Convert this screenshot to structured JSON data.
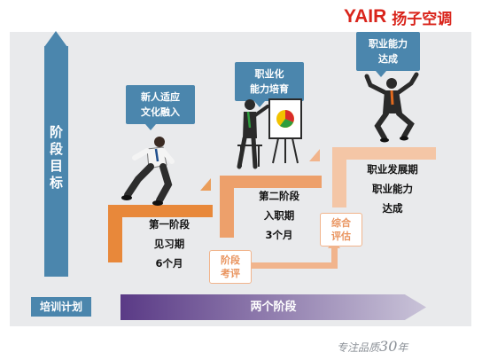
{
  "logo": {
    "brand": "YAIR",
    "name_cn": "扬子空调"
  },
  "goal_label": [
    "阶",
    "段",
    "目",
    "标"
  ],
  "stages": [
    {
      "lines": [
        "第一阶段",
        "见习期",
        "6个月"
      ]
    },
    {
      "lines": [
        "第二阶段",
        "入职期",
        "3个月"
      ]
    },
    {
      "lines": [
        "职业发展期",
        "职业能力",
        "达成"
      ]
    }
  ],
  "bubbles": [
    {
      "lines": [
        "新人适应",
        "文化融入"
      ]
    },
    {
      "lines": [
        "职业化",
        "能力培育"
      ]
    },
    {
      "lines": [
        "职业能力",
        "达成"
      ]
    }
  ],
  "evaluations": [
    {
      "lines": [
        "阶段",
        "考评"
      ]
    },
    {
      "lines": [
        "综合",
        "评估"
      ]
    }
  ],
  "plan": {
    "label": "培训计划",
    "arrow_text": "两个阶段"
  },
  "slogan": {
    "text": "专注品质",
    "number": "30",
    "suffix": "年"
  },
  "colors": {
    "primary_blue": "#4b86ad",
    "brand_red": "#d9241b",
    "step_orange": "#e8883a",
    "plan_purple": "#5a3a86"
  },
  "icons": [
    "running-man-icon",
    "presenter-icon",
    "jumping-man-icon"
  ]
}
